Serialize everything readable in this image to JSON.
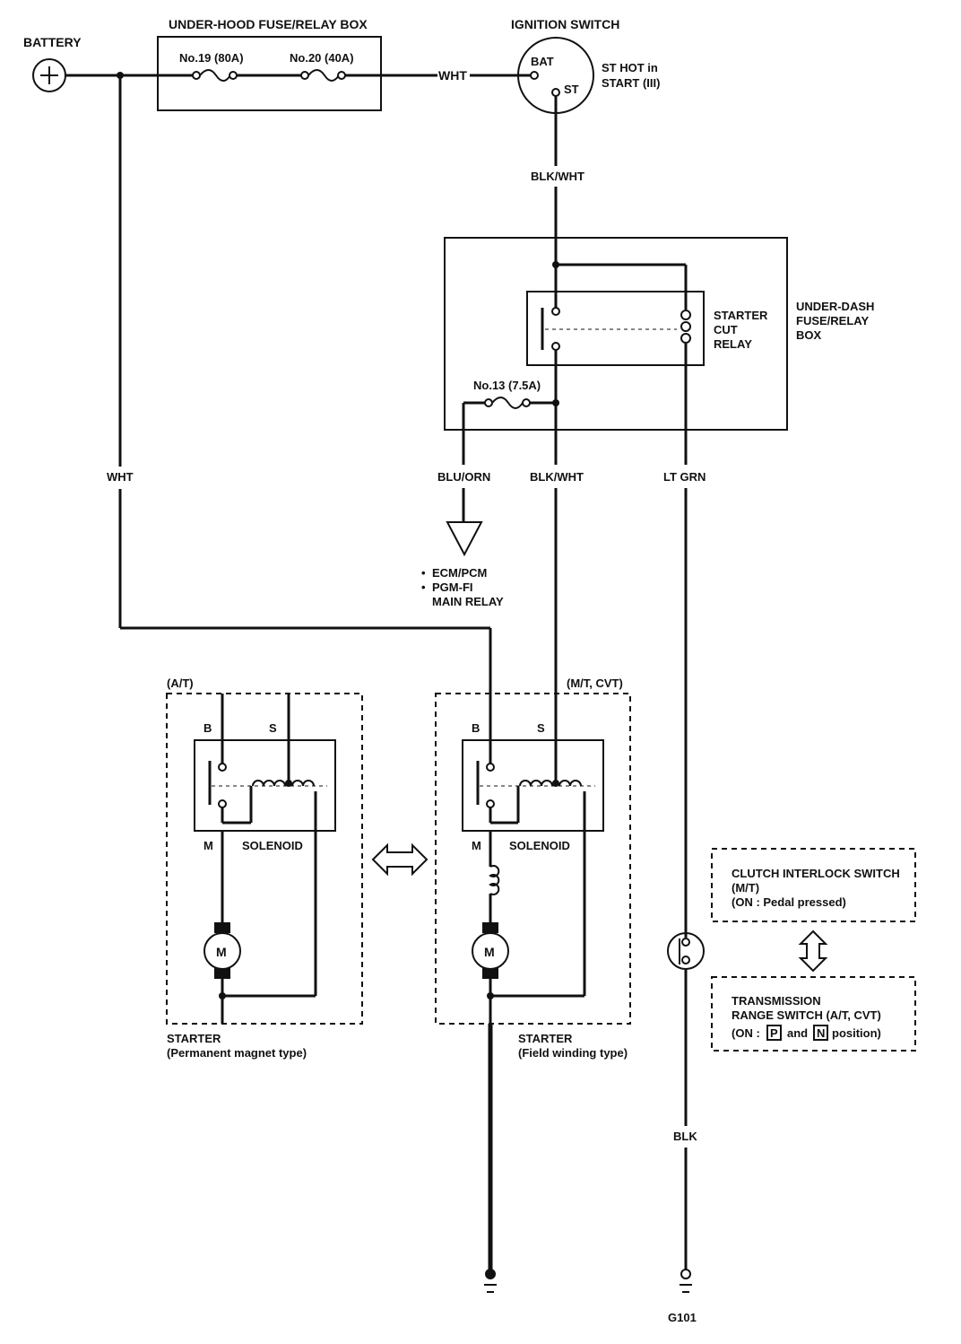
{
  "battery": {
    "label": "BATTERY",
    "symbol": "+"
  },
  "underhood_box": {
    "label": "UNDER-HOOD FUSE/RELAY BOX",
    "fuse19": "No.19 (80A)",
    "fuse20": "No.20 (40A)"
  },
  "ignition_switch": {
    "label": "IGNITION SWITCH",
    "bat": "BAT",
    "st": "ST",
    "note_line1": "ST HOT in",
    "note_line2": "START (III)"
  },
  "wires": {
    "wht_top": "WHT",
    "wht_left": "WHT",
    "blk_wht_top": "BLK/WHT",
    "blk_wht_mid": "BLK/WHT",
    "blu_orn": "BLU/ORN",
    "lt_grn": "LT GRN",
    "blk": "BLK"
  },
  "underdash_box": {
    "label_line1": "UNDER-DASH",
    "label_line2": "FUSE/RELAY",
    "label_line3": "BOX",
    "relay_line1": "STARTER",
    "relay_line2": "CUT",
    "relay_line3": "RELAY",
    "fuse13": "No.13 (7.5A)"
  },
  "ecm_note": {
    "line1": "ECM/PCM",
    "line2": "PGM-FI",
    "line3": "MAIN RELAY"
  },
  "starter_at": {
    "tag": "(A/T)",
    "b": "B",
    "s": "S",
    "m": "M",
    "solenoid": "SOLENOID",
    "motor": "M",
    "label_line1": "STARTER",
    "label_line2": "(Permanent magnet type)"
  },
  "starter_mt": {
    "tag": "(M/T, CVT)",
    "b": "B",
    "s": "S",
    "m": "M",
    "solenoid": "SOLENOID",
    "motor": "M",
    "label_line1": "STARTER",
    "label_line2": "(Field winding type)"
  },
  "clutch_switch": {
    "line1": "CLUTCH INTERLOCK SWITCH",
    "line2": "(M/T)",
    "line3": "(ON :  Pedal pressed)"
  },
  "range_switch": {
    "line1": "TRANSMISSION",
    "line2": "RANGE SWITCH (A/T, CVT)",
    "line3_pre": "(ON :",
    "p": "P",
    "and": "and",
    "n": "N",
    "line3_post": "position)"
  },
  "ground": {
    "label": "G101"
  }
}
